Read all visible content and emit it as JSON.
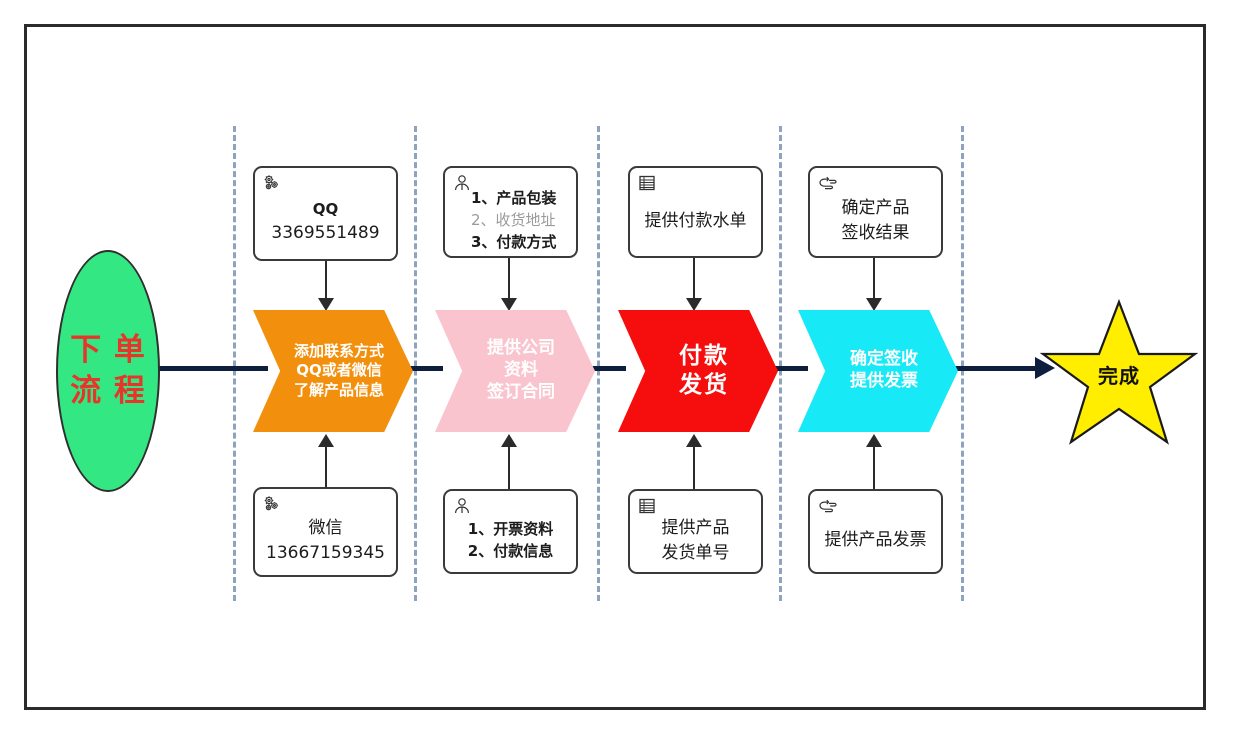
{
  "diagram": {
    "title": "下单流程",
    "start_node": {
      "label": "下\n单\n流\n程",
      "shape": "ellipse",
      "fill": "#33e883",
      "text_color": "#e8352a"
    },
    "end_node": {
      "label": "完成",
      "shape": "star",
      "fill": "#ffee00",
      "text_color": "#111111"
    },
    "stages": [
      {
        "id": "stage-1",
        "chevron_label": "添加联系方式\nQQ或者微信\n了解产品信息",
        "chevron_fill": "#f2900d",
        "top_note": {
          "icon": "gears-icon",
          "lines": [
            {
              "text": "QQ",
              "style": "bold"
            },
            {
              "text": "3369551489",
              "style": "big"
            }
          ]
        },
        "bottom_note": {
          "icon": "gears-icon",
          "lines": [
            {
              "text": "微信",
              "style": "big"
            },
            {
              "text": "13667159345",
              "style": "big"
            }
          ]
        }
      },
      {
        "id": "stage-2",
        "chevron_label": "提供公司\n资料\n签订合同",
        "chevron_fill": "#f9c4ce",
        "top_note": {
          "icon": "person-icon",
          "align": "left",
          "lines": [
            {
              "text": "1、产品包装",
              "style": "bold"
            },
            {
              "text": "2、收货地址",
              "style": "dim"
            },
            {
              "text": "3、付款方式",
              "style": "bold"
            }
          ]
        },
        "bottom_note": {
          "icon": "person-icon",
          "align": "left",
          "lines": [
            {
              "text": "1、开票资料",
              "style": "bold"
            },
            {
              "text": "2、付款信息",
              "style": "bold"
            }
          ]
        }
      },
      {
        "id": "stage-3",
        "chevron_label": "付款\n发货",
        "chevron_fill": "#f60d0d",
        "top_note": {
          "icon": "document-list-icon",
          "lines": [
            {
              "text": "提供付款水单",
              "style": "big"
            }
          ]
        },
        "bottom_note": {
          "icon": "document-list-icon",
          "lines": [
            {
              "text": "提供产品",
              "style": "big"
            },
            {
              "text": "发货单号",
              "style": "big"
            }
          ]
        }
      },
      {
        "id": "stage-4",
        "chevron_label": "确定签收\n提供发票",
        "chevron_fill": "#18e9f7",
        "top_note": {
          "icon": "pointing-hand-icon",
          "lines": [
            {
              "text": "确定产品",
              "style": "big"
            },
            {
              "text": "签收结果",
              "style": "big"
            }
          ]
        },
        "bottom_note": {
          "icon": "pointing-hand-icon",
          "lines": [
            {
              "text": "提供产品发票",
              "style": "big"
            }
          ]
        }
      }
    ],
    "colors": {
      "spine": "#0d1f3c",
      "divider": "#8ea3bd",
      "frame": "#2b2b2b",
      "connector": "#2b2b2b"
    }
  }
}
